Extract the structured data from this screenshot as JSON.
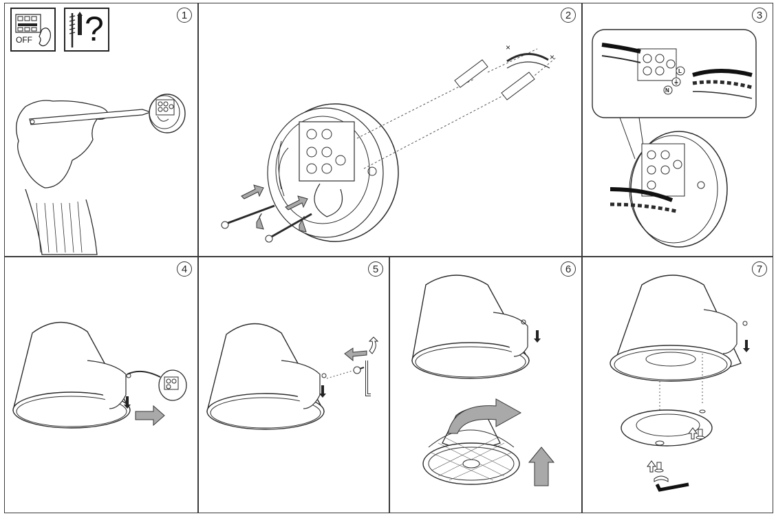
{
  "steps": [
    {
      "number": "1"
    },
    {
      "number": "2"
    },
    {
      "number": "3"
    },
    {
      "number": "4"
    },
    {
      "number": "5"
    },
    {
      "number": "6"
    },
    {
      "number": "7"
    }
  ],
  "warnings": {
    "switch_off_label": "OFF",
    "question_mark": "?"
  },
  "wiring": {
    "live_label": "L",
    "neutral_label": "N",
    "earth_label": "⏚"
  },
  "colors": {
    "line": "#2a2a2a",
    "arrow_fill": "#a9a9a9",
    "panel_border": "#3a3a3a"
  },
  "icons": [
    "circuit-breaker-icon",
    "hand-icon",
    "wall-plug-icon",
    "screw-icon",
    "question-icon",
    "pencil-icon",
    "arrow-icon",
    "hex-key-icon",
    "bulb-icon"
  ]
}
